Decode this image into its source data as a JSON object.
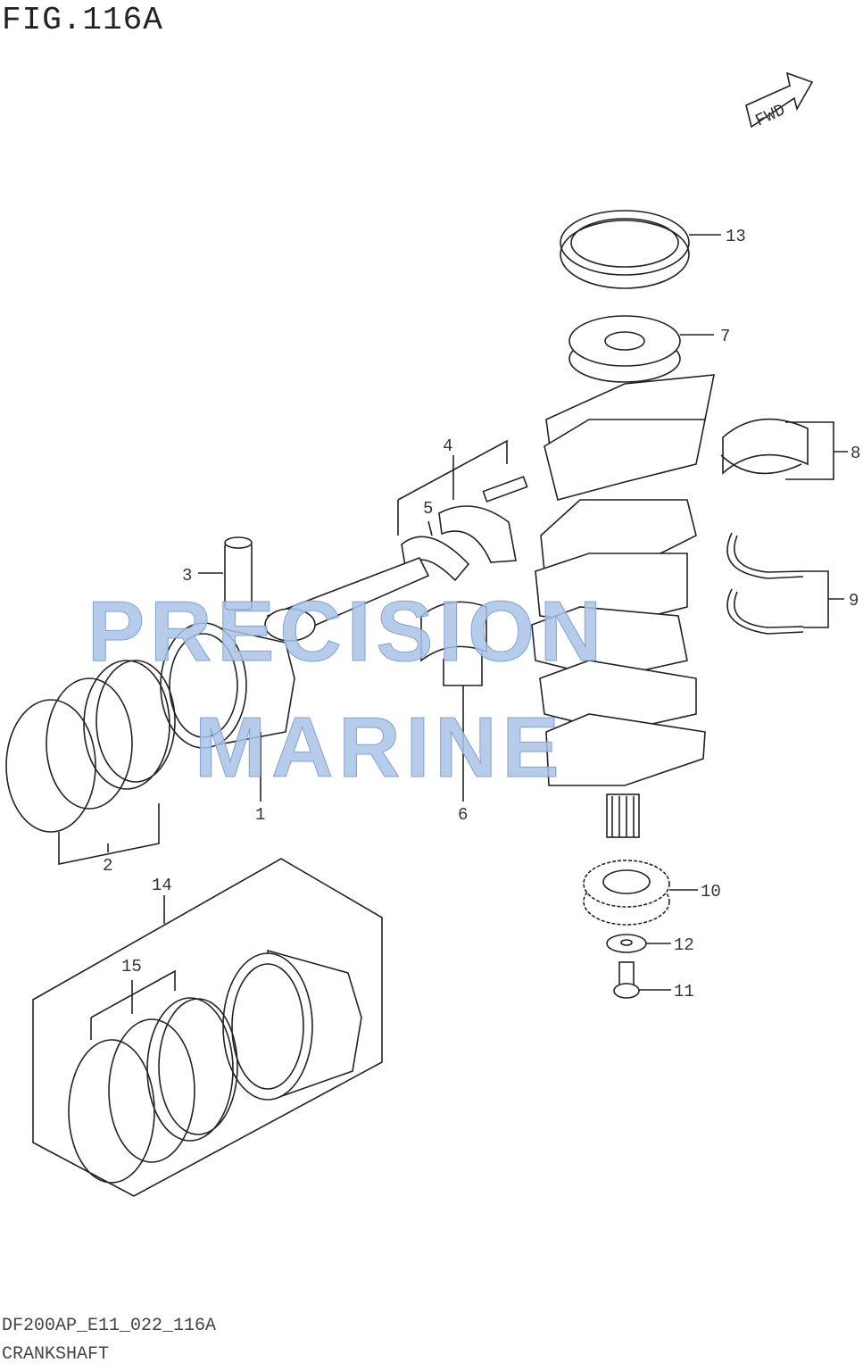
{
  "figure": {
    "title": "FIG.116A",
    "code": "DF200AP_E11_022_116A",
    "name": "CRANKSHAFT"
  },
  "direction_badge": {
    "label": "FWD",
    "icon": "forward-arrow-icon"
  },
  "watermark": {
    "line1": "PRECISION",
    "line2": "MARINE",
    "color": "#a9c3e6"
  },
  "callouts": [
    {
      "ref": "1"
    },
    {
      "ref": "2"
    },
    {
      "ref": "3"
    },
    {
      "ref": "4"
    },
    {
      "ref": "5"
    },
    {
      "ref": "6"
    },
    {
      "ref": "7"
    },
    {
      "ref": "8"
    },
    {
      "ref": "9"
    },
    {
      "ref": "10"
    },
    {
      "ref": "11"
    },
    {
      "ref": "12"
    },
    {
      "ref": "13"
    },
    {
      "ref": "14"
    },
    {
      "ref": "15"
    }
  ]
}
